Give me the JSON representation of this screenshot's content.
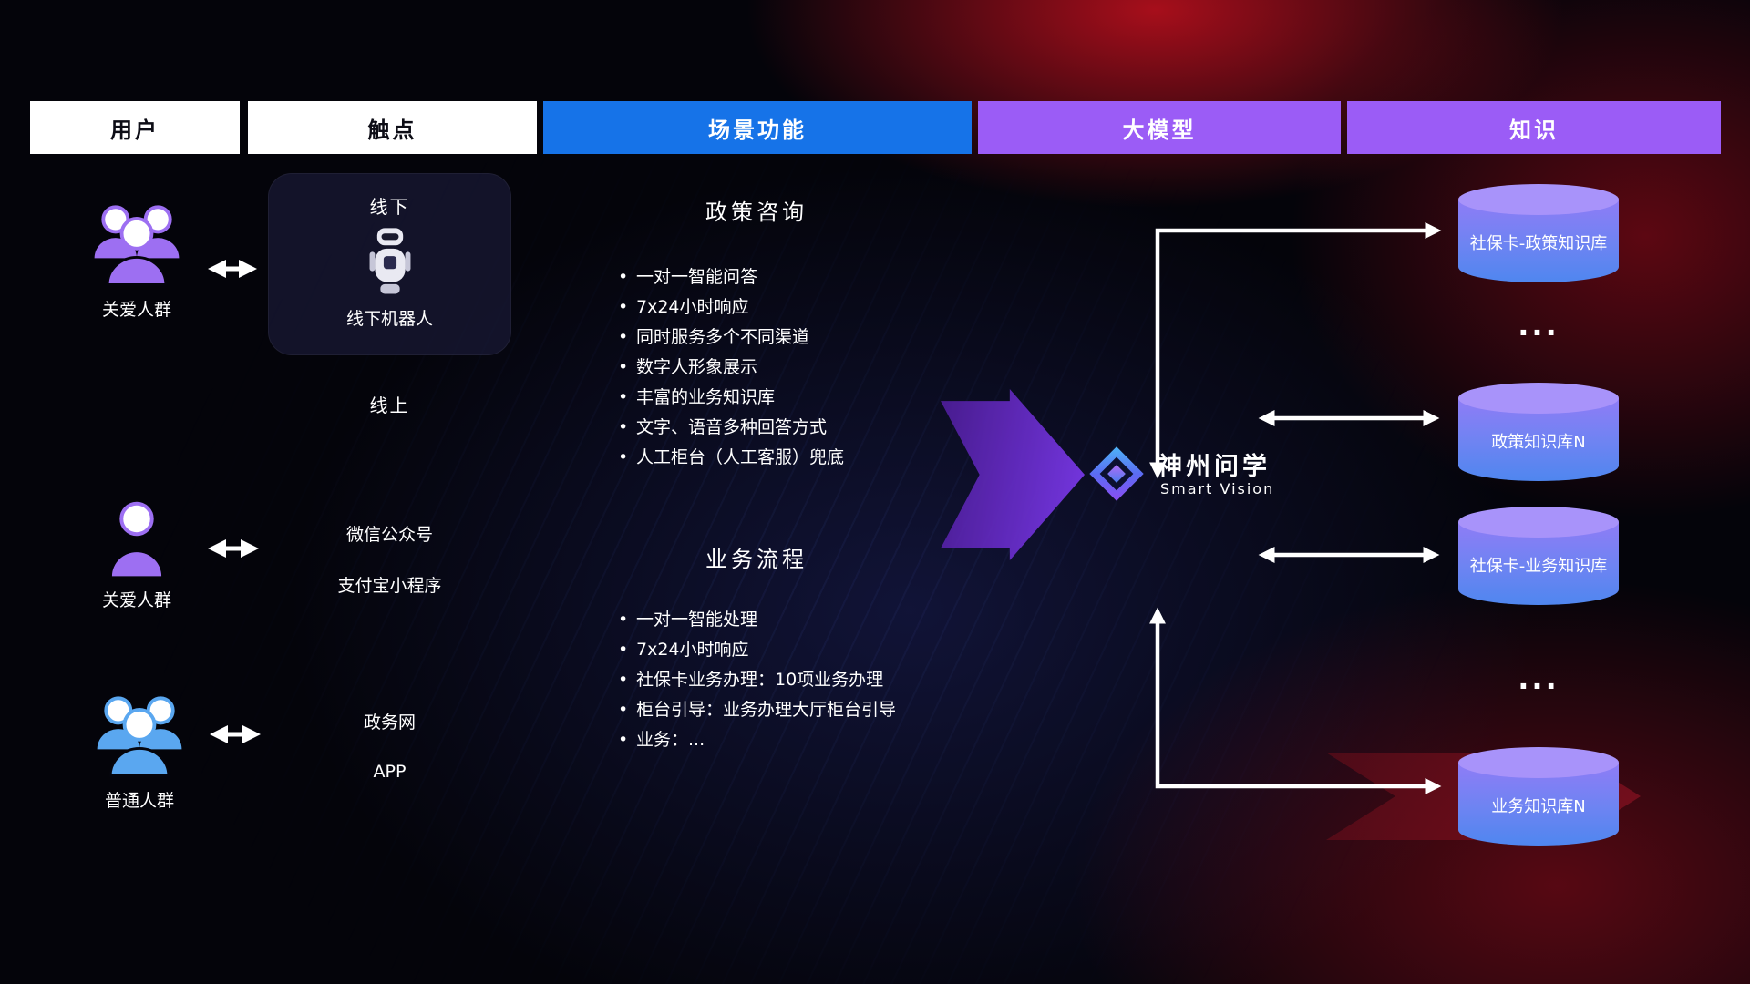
{
  "header": {
    "columns": [
      {
        "label": "用户"
      },
      {
        "label": "触点"
      },
      {
        "label": "场景功能"
      },
      {
        "label": "大模型"
      },
      {
        "label": "知识"
      }
    ]
  },
  "users": [
    {
      "label": "关爱人群"
    },
    {
      "label": "关爱人群"
    },
    {
      "label": "普通人群"
    }
  ],
  "touchpoints": {
    "offline_title": "线下",
    "offline_robot_label": "线下机器人",
    "online_title": "线上",
    "wechat": "微信公众号",
    "alipay": "支付宝小程序",
    "gov_web": "政务网",
    "app": "APP"
  },
  "scenarios": [
    {
      "title": "政策咨询",
      "items": [
        "一对一智能问答",
        "7x24小时响应",
        "同时服务多个不同渠道",
        "数字人形象展示",
        "丰富的业务知识库",
        "文字、语音多种回答方式",
        "人工柜台（人工客服）兜底"
      ]
    },
    {
      "title": "业务流程",
      "items": [
        "一对一智能处理",
        "7x24小时响应",
        "社保卡业务办理：10项业务办理",
        "柜台引导：业务办理大厅柜台引导",
        "业务：..."
      ]
    }
  ],
  "model": {
    "brand": "神州问学",
    "sub_brand": "Smart Vision"
  },
  "knowledge": {
    "dbs": [
      {
        "label": "社保卡-政策知识库"
      },
      {
        "label": "政策知识库N"
      },
      {
        "label": "社保卡-业务知识库"
      },
      {
        "label": "业务知识库N"
      }
    ],
    "ellipsis": "..."
  },
  "colors": {
    "header_blue": "#1673e8",
    "header_purple": "#9b5cf6",
    "user_purple": "#9d6ff2",
    "user_blue": "#5aa7f0",
    "db_top": "#a893fa",
    "db_gradient_start": "#8f7cf6",
    "db_gradient_end": "#4f86ef",
    "arrow_purple": "#7c3aed",
    "background": "#04040a"
  }
}
